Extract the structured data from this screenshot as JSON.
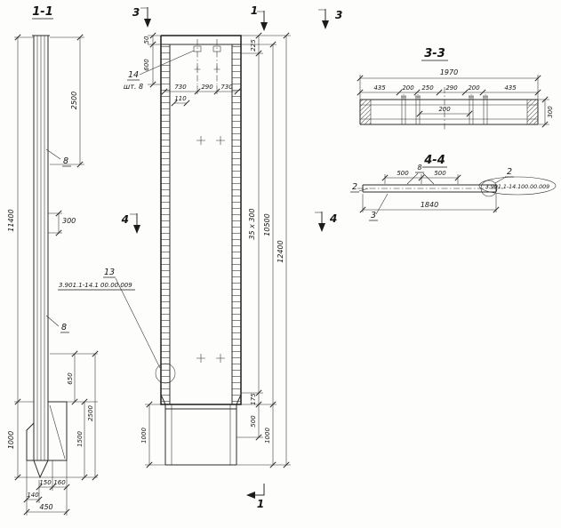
{
  "s11": {
    "title": "1-1",
    "d2500_top": "2500",
    "r8a": "8",
    "d11400": "11400",
    "d300": "300",
    "r8b": "8",
    "d650": "650",
    "d1500": "1500",
    "d2500_bot": "2500",
    "d1000": "1000",
    "d150": "150",
    "d160": "160",
    "d140": "140",
    "d450": "450"
  },
  "elev": {
    "m3_top": "3",
    "m1_top": "1",
    "m3_right": "3",
    "m4_left": "4",
    "m4_right": "4",
    "m1_bot": "1",
    "d50": "50",
    "d600": "600",
    "n14": "14",
    "sht8": "шт. 8",
    "d730a": "730",
    "d290": "290",
    "d730b": "730",
    "d110": "110",
    "d225": "225",
    "d35x300": "35 x 300",
    "d10500": "10500",
    "d12400": "12400",
    "n13": "13",
    "callout13": "3.901.1-14.1 00.00.009",
    "d175": "175",
    "d500": "500",
    "d1000l": "1000",
    "d1000r": "1000"
  },
  "s33": {
    "title": "3-3",
    "d1970": "1970",
    "d435a": "435",
    "d200a": "200",
    "d250": "250",
    "d290": "290",
    "d200b": "200",
    "d435b": "435",
    "d200c": "200",
    "d300": "300"
  },
  "s44": {
    "title": "4-4",
    "d500a": "500",
    "n8": "8",
    "d500b": "500",
    "n2a": "2",
    "n2b": "2",
    "callout2": "3.901.1-14.100.00.009",
    "d1840": "1840",
    "n3": "3"
  }
}
